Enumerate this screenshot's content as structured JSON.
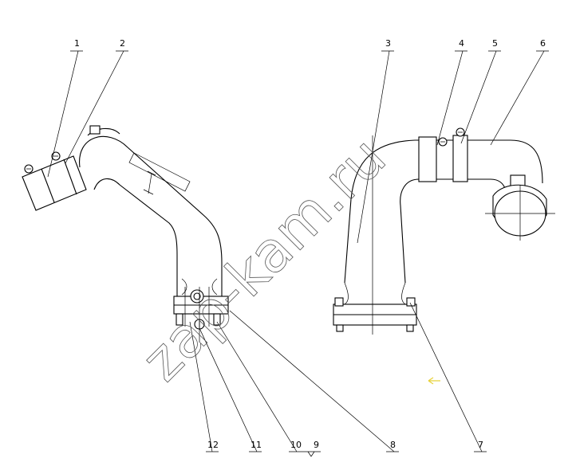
{
  "watermark": "zap-kam.ru",
  "callouts": [
    {
      "id": "c1",
      "label": "1"
    },
    {
      "id": "c2",
      "label": "2"
    },
    {
      "id": "c3",
      "label": "3"
    },
    {
      "id": "c4",
      "label": "4"
    },
    {
      "id": "c5",
      "label": "5"
    },
    {
      "id": "c6",
      "label": "6"
    },
    {
      "id": "c7",
      "label": "7"
    },
    {
      "id": "c8",
      "label": "8"
    },
    {
      "id": "c9",
      "label": "9"
    },
    {
      "id": "c10",
      "label": "10"
    },
    {
      "id": "c11",
      "label": "11"
    },
    {
      "id": "c12",
      "label": "12"
    }
  ]
}
